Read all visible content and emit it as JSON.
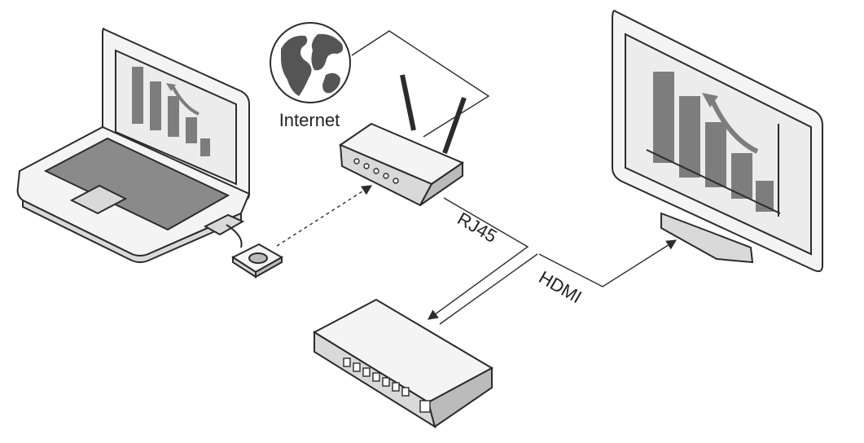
{
  "labels": {
    "internet": "Internet",
    "rj45": "RJ45",
    "hdmi": "HDMI"
  },
  "icons": {
    "globe": "globe-icon",
    "laptop": "laptop-icon",
    "router": "wifi-router-icon",
    "dongle": "wireless-transmitter-button-icon",
    "receiver": "receiver-box-icon",
    "monitor": "monitor-icon",
    "chart": "bar-chart-icon"
  },
  "colors": {
    "outline": "#2b2b2b",
    "fill_light": "#f4f4f4",
    "fill_mid": "#d9d9d9",
    "fill_dark": "#8a8a8a",
    "bars": "#7d7d7d"
  }
}
